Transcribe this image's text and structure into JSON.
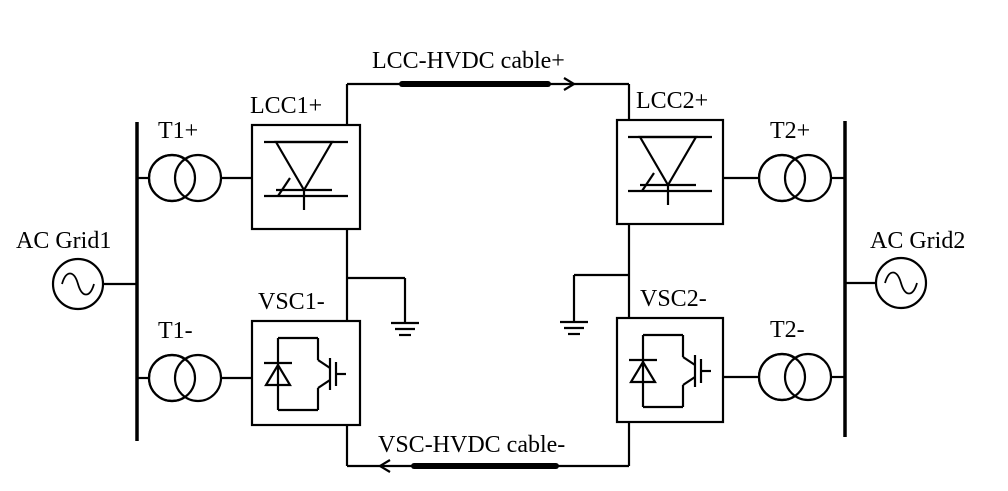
{
  "labels": {
    "lcc_cable": "LCC-HVDC cable+",
    "vsc_cable": "VSC-HVDC cable-",
    "lcc1": "LCC1+",
    "lcc2": "LCC2+",
    "vsc1": "VSC1-",
    "vsc2": "VSC2-",
    "t1p": "T1+",
    "t1m": "T1-",
    "t2p": "T2+",
    "t2m": "T2-",
    "grid1": "AC Grid1",
    "grid2": "AC Grid2"
  }
}
